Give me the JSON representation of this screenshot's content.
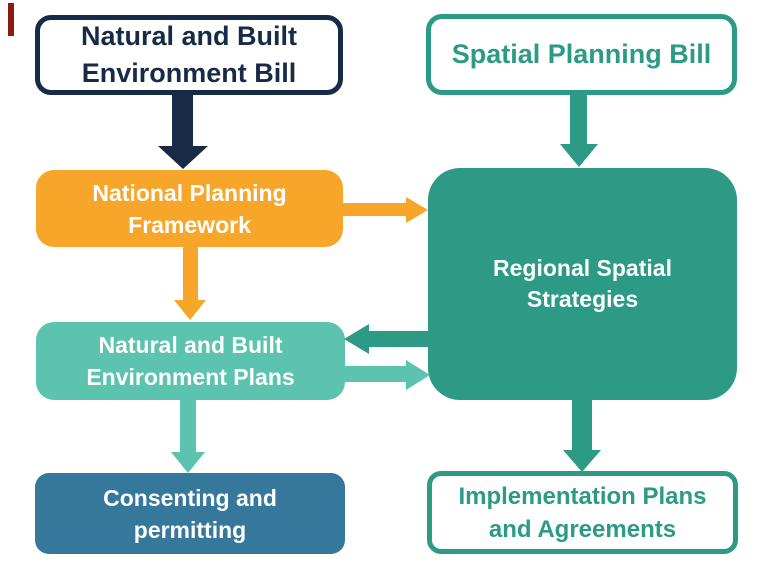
{
  "diagram": {
    "background": "#ffffff",
    "colors": {
      "navy": "#172B47",
      "teal": "#2C9A84",
      "orange": "#F8A62A",
      "light_teal": "#5CC3AE",
      "steel_blue": "#36789B",
      "maroon_mark": "#8C1A10"
    },
    "boxes": {
      "nbe_bill": {
        "line1": "Natural and Built",
        "line2": "Environment Bill"
      },
      "sp_bill": {
        "line1": "Spatial Planning Bill"
      },
      "npf": {
        "line1": "National Planning",
        "line2": "Framework"
      },
      "rss": {
        "line1": "Regional Spatial",
        "line2": "Strategies"
      },
      "nbe_plans": {
        "line1": "Natural and Built",
        "line2": "Environment Plans"
      },
      "consenting": {
        "line1": "Consenting and",
        "line2": "permitting"
      },
      "implementation": {
        "line1": "Implementation Plans",
        "line2": "and Agreements"
      }
    },
    "arrows": [
      {
        "from": "nbe_bill",
        "to": "npf",
        "direction": "down",
        "color": "navy"
      },
      {
        "from": "sp_bill",
        "to": "rss",
        "direction": "down",
        "color": "teal"
      },
      {
        "from": "npf",
        "to": "rss",
        "direction": "right",
        "color": "orange"
      },
      {
        "from": "npf",
        "to": "nbe_plans",
        "direction": "down",
        "color": "orange"
      },
      {
        "from": "rss",
        "to": "nbe_plans",
        "direction": "left",
        "color": "teal"
      },
      {
        "from": "nbe_plans",
        "to": "rss",
        "direction": "right",
        "color": "light_teal"
      },
      {
        "from": "nbe_plans",
        "to": "consenting",
        "direction": "down",
        "color": "light_teal"
      },
      {
        "from": "rss",
        "to": "implementation",
        "direction": "down",
        "color": "teal"
      }
    ]
  }
}
